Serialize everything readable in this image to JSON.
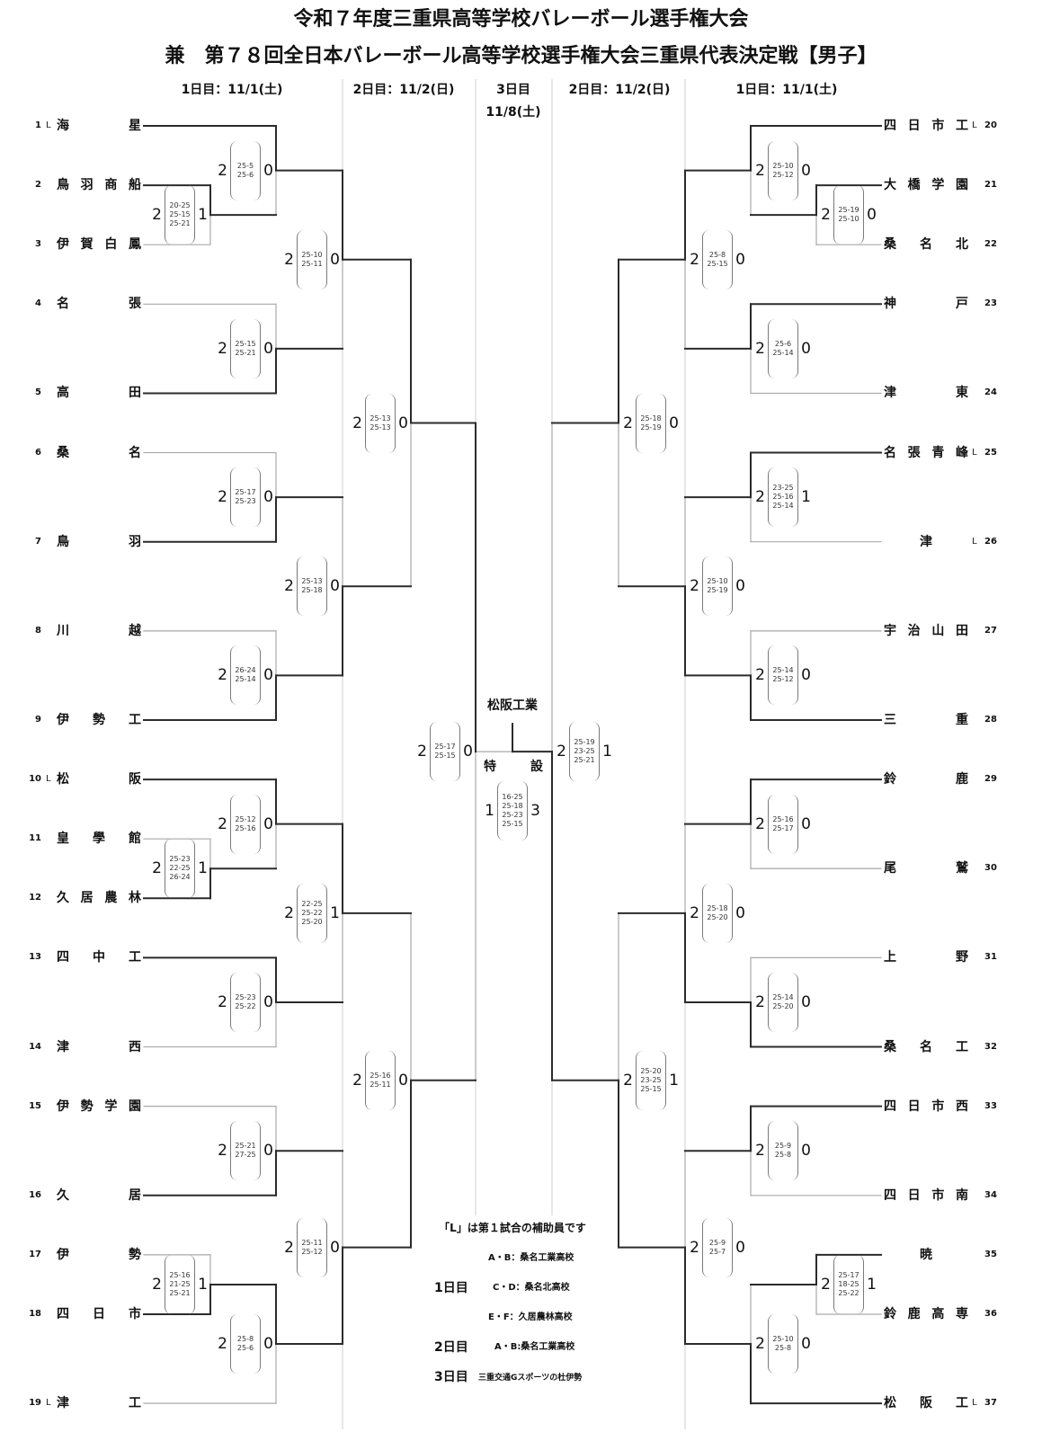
{
  "title": {
    "line1": "令和７年度三重県高等学校バレーボール選手権大会",
    "line2": "兼　第７８回全日本バレーボール高等学校選手権大会三重県代表決定戦【男子】"
  },
  "headers": {
    "left_day1": "1日目：11/1(土)",
    "left_day2": "2日目：11/2(日)",
    "day3_label": "3日目",
    "day3_date": "11/8(土)",
    "right_day2": "2日目：11/2(日)",
    "right_day1": "1日目：11/1(土)"
  },
  "colors": {
    "winner_line": "#2b2b2b",
    "loser_line": "#a9a9a9",
    "separator": "#cfcfcf"
  },
  "bracket": {
    "left_teams": [
      {
        "no": "1",
        "mark": "L",
        "name": "海星"
      },
      {
        "no": "2",
        "mark": "",
        "name": "鳥羽商船"
      },
      {
        "no": "3",
        "mark": "",
        "name": "伊賀白鳳"
      },
      {
        "no": "4",
        "mark": "",
        "name": "名張"
      },
      {
        "no": "5",
        "mark": "",
        "name": "高田"
      },
      {
        "no": "6",
        "mark": "",
        "name": "桑名"
      },
      {
        "no": "7",
        "mark": "",
        "name": "鳥羽"
      },
      {
        "no": "8",
        "mark": "",
        "name": "川越"
      },
      {
        "no": "9",
        "mark": "",
        "name": "伊勢工"
      },
      {
        "no": "10",
        "mark": "L",
        "name": "松阪"
      },
      {
        "no": "11",
        "mark": "",
        "name": "皇學館"
      },
      {
        "no": "12",
        "mark": "",
        "name": "久居農林"
      },
      {
        "no": "13",
        "mark": "",
        "name": "四中工"
      },
      {
        "no": "14",
        "mark": "",
        "name": "津西"
      },
      {
        "no": "15",
        "mark": "",
        "name": "伊勢学園"
      },
      {
        "no": "16",
        "mark": "",
        "name": "久居"
      },
      {
        "no": "17",
        "mark": "",
        "name": "伊勢"
      },
      {
        "no": "18",
        "mark": "",
        "name": "四日市"
      },
      {
        "no": "19",
        "mark": "L",
        "name": "津工"
      }
    ],
    "right_teams": [
      {
        "no": "20",
        "mark": "L",
        "name": "四日市工"
      },
      {
        "no": "21",
        "mark": "",
        "name": "大橋学園"
      },
      {
        "no": "22",
        "mark": "",
        "name": "桑名北"
      },
      {
        "no": "23",
        "mark": "",
        "name": "神戸"
      },
      {
        "no": "24",
        "mark": "",
        "name": "津東"
      },
      {
        "no": "25",
        "mark": "L",
        "name": "名張青峰"
      },
      {
        "no": "26",
        "mark": "L",
        "name": "津"
      },
      {
        "no": "27",
        "mark": "",
        "name": "宇治山田"
      },
      {
        "no": "28",
        "mark": "",
        "name": "三重"
      },
      {
        "no": "29",
        "mark": "",
        "name": "鈴鹿"
      },
      {
        "no": "30",
        "mark": "",
        "name": "尾鷲"
      },
      {
        "no": "31",
        "mark": "",
        "name": "上野"
      },
      {
        "no": "32",
        "mark": "",
        "name": "桑名工"
      },
      {
        "no": "33",
        "mark": "",
        "name": "四日市西"
      },
      {
        "no": "34",
        "mark": "",
        "name": "四日市南"
      },
      {
        "no": "35",
        "mark": "",
        "name": "暁"
      },
      {
        "no": "36",
        "mark": "",
        "name": "鈴鹿高専"
      },
      {
        "no": "37",
        "mark": "L",
        "name": "松阪工"
      }
    ],
    "matches": [
      {
        "id": "L1",
        "side": "left",
        "round": 0,
        "top": {
          "team": "2"
        },
        "bottom": {
          "team": "3"
        },
        "winner": "top",
        "sets": [
          "2",
          "1"
        ],
        "scores": [
          "20-25",
          "25-15",
          "25-21"
        ]
      },
      {
        "id": "L2",
        "side": "left",
        "round": 1,
        "top": {
          "team": "1"
        },
        "bottom": {
          "match": "L1"
        },
        "winner": "top",
        "sets": [
          "2",
          "0"
        ],
        "scores": [
          "25-5",
          "25-6"
        ]
      },
      {
        "id": "L3",
        "side": "left",
        "round": 1,
        "top": {
          "team": "4"
        },
        "bottom": {
          "team": "5"
        },
        "winner": "bottom",
        "sets": [
          "2",
          "0"
        ],
        "scores": [
          "25-15",
          "25-21"
        ]
      },
      {
        "id": "L4",
        "side": "left",
        "round": 2,
        "top": {
          "match": "L2"
        },
        "bottom": {
          "match": "L3"
        },
        "winner": "top",
        "sets": [
          "2",
          "0"
        ],
        "scores": [
          "25-10",
          "25-11"
        ]
      },
      {
        "id": "L5",
        "side": "left",
        "round": 1,
        "top": {
          "team": "6"
        },
        "bottom": {
          "team": "7"
        },
        "winner": "bottom",
        "sets": [
          "2",
          "0"
        ],
        "scores": [
          "25-17",
          "25-23"
        ]
      },
      {
        "id": "L6",
        "side": "left",
        "round": 1,
        "top": {
          "team": "8"
        },
        "bottom": {
          "team": "9"
        },
        "winner": "bottom",
        "sets": [
          "2",
          "0"
        ],
        "scores": [
          "26-24",
          "25-14"
        ]
      },
      {
        "id": "L7",
        "side": "left",
        "round": 2,
        "top": {
          "match": "L5"
        },
        "bottom": {
          "match": "L6"
        },
        "winner": "bottom",
        "sets": [
          "2",
          "0"
        ],
        "scores": [
          "25-13",
          "25-18"
        ]
      },
      {
        "id": "L8",
        "side": "left",
        "round": 3,
        "top": {
          "match": "L4"
        },
        "bottom": {
          "match": "L7"
        },
        "winner": "top",
        "sets": [
          "2",
          "0"
        ],
        "scores": [
          "25-13",
          "25-13"
        ]
      },
      {
        "id": "L9",
        "side": "left",
        "round": 0,
        "top": {
          "team": "11"
        },
        "bottom": {
          "team": "12"
        },
        "winner": "bottom",
        "sets": [
          "2",
          "1"
        ],
        "scores": [
          "25-23",
          "22-25",
          "26-24"
        ]
      },
      {
        "id": "L10",
        "side": "left",
        "round": 1,
        "top": {
          "team": "10"
        },
        "bottom": {
          "match": "L9"
        },
        "winner": "top",
        "sets": [
          "2",
          "0"
        ],
        "scores": [
          "25-12",
          "25-16"
        ]
      },
      {
        "id": "L11",
        "side": "left",
        "round": 1,
        "top": {
          "team": "13"
        },
        "bottom": {
          "team": "14"
        },
        "winner": "top",
        "sets": [
          "2",
          "0"
        ],
        "scores": [
          "25-23",
          "25-22"
        ]
      },
      {
        "id": "L12",
        "side": "left",
        "round": 2,
        "top": {
          "match": "L10"
        },
        "bottom": {
          "match": "L11"
        },
        "winner": "top",
        "sets": [
          "2",
          "1"
        ],
        "scores": [
          "22-25",
          "25-22",
          "25-20"
        ]
      },
      {
        "id": "L13",
        "side": "left",
        "round": 1,
        "top": {
          "team": "15"
        },
        "bottom": {
          "team": "16"
        },
        "winner": "bottom",
        "sets": [
          "2",
          "0"
        ],
        "scores": [
          "25-21",
          "27-25"
        ]
      },
      {
        "id": "L14",
        "side": "left",
        "round": 0,
        "top": {
          "team": "17"
        },
        "bottom": {
          "team": "18"
        },
        "winner": "bottom",
        "sets": [
          "2",
          "1"
        ],
        "scores": [
          "25-16",
          "21-25",
          "25-21"
        ]
      },
      {
        "id": "L15",
        "side": "left",
        "round": 1,
        "top": {
          "match": "L14"
        },
        "bottom": {
          "team": "19"
        },
        "winner": "top",
        "sets": [
          "2",
          "0"
        ],
        "scores": [
          "25-8",
          "25-6"
        ]
      },
      {
        "id": "L16",
        "side": "left",
        "round": 2,
        "top": {
          "match": "L13"
        },
        "bottom": {
          "match": "L15"
        },
        "winner": "bottom",
        "sets": [
          "2",
          "0"
        ],
        "scores": [
          "25-11",
          "25-12"
        ]
      },
      {
        "id": "L17",
        "side": "left",
        "round": 3,
        "top": {
          "match": "L12"
        },
        "bottom": {
          "match": "L16"
        },
        "winner": "bottom",
        "sets": [
          "2",
          "0"
        ],
        "scores": [
          "25-16",
          "25-11"
        ]
      },
      {
        "id": "LSF",
        "side": "left",
        "round": 4,
        "top": {
          "match": "L8"
        },
        "bottom": {
          "match": "L17"
        },
        "winner": "top",
        "sets": [
          "2",
          "0"
        ],
        "scores": [
          "25-17",
          "25-15"
        ]
      },
      {
        "id": "R1",
        "side": "right",
        "round": 0,
        "top": {
          "team": "21"
        },
        "bottom": {
          "team": "22"
        },
        "winner": "top",
        "sets": [
          "2",
          "0"
        ],
        "scores": [
          "25-19",
          "25-10"
        ]
      },
      {
        "id": "R2",
        "side": "right",
        "round": 1,
        "top": {
          "team": "20"
        },
        "bottom": {
          "match": "R1"
        },
        "winner": "top",
        "sets": [
          "2",
          "0"
        ],
        "scores": [
          "25-10",
          "25-12"
        ]
      },
      {
        "id": "R3",
        "side": "right",
        "round": 1,
        "top": {
          "team": "23"
        },
        "bottom": {
          "team": "24"
        },
        "winner": "top",
        "sets": [
          "2",
          "0"
        ],
        "scores": [
          "25-6",
          "25-14"
        ]
      },
      {
        "id": "R4",
        "side": "right",
        "round": 2,
        "top": {
          "match": "R2"
        },
        "bottom": {
          "match": "R3"
        },
        "winner": "top",
        "sets": [
          "2",
          "0"
        ],
        "scores": [
          "25-8",
          "25-15"
        ]
      },
      {
        "id": "R5",
        "side": "right",
        "round": 1,
        "top": {
          "team": "25"
        },
        "bottom": {
          "team": "26"
        },
        "winner": "top",
        "sets": [
          "2",
          "1"
        ],
        "scores": [
          "23-25",
          "25-16",
          "25-14"
        ]
      },
      {
        "id": "R6",
        "side": "right",
        "round": 1,
        "top": {
          "team": "27"
        },
        "bottom": {
          "team": "28"
        },
        "winner": "bottom",
        "sets": [
          "2",
          "0"
        ],
        "scores": [
          "25-14",
          "25-12"
        ]
      },
      {
        "id": "R7",
        "side": "right",
        "round": 2,
        "top": {
          "match": "R5"
        },
        "bottom": {
          "match": "R6"
        },
        "winner": "bottom",
        "sets": [
          "2",
          "0"
        ],
        "scores": [
          "25-10",
          "25-19"
        ]
      },
      {
        "id": "R8",
        "side": "right",
        "round": 3,
        "top": {
          "match": "R4"
        },
        "bottom": {
          "match": "R7"
        },
        "winner": "top",
        "sets": [
          "2",
          "0"
        ],
        "scores": [
          "25-18",
          "25-19"
        ]
      },
      {
        "id": "R9",
        "side": "right",
        "round": 1,
        "top": {
          "team": "29"
        },
        "bottom": {
          "team": "30"
        },
        "winner": "top",
        "sets": [
          "2",
          "0"
        ],
        "scores": [
          "25-16",
          "25-17"
        ]
      },
      {
        "id": "R10",
        "side": "right",
        "round": 1,
        "top": {
          "team": "31"
        },
        "bottom": {
          "team": "32"
        },
        "winner": "bottom",
        "sets": [
          "2",
          "0"
        ],
        "scores": [
          "25-14",
          "25-20"
        ]
      },
      {
        "id": "R11",
        "side": "right",
        "round": 2,
        "top": {
          "match": "R9"
        },
        "bottom": {
          "match": "R10"
        },
        "winner": "bottom",
        "sets": [
          "2",
          "0"
        ],
        "scores": [
          "25-18",
          "25-20"
        ]
      },
      {
        "id": "R12",
        "side": "right",
        "round": 1,
        "top": {
          "team": "33"
        },
        "bottom": {
          "team": "34"
        },
        "winner": "top",
        "sets": [
          "2",
          "0"
        ],
        "scores": [
          "25-9",
          "25-8"
        ]
      },
      {
        "id": "R13",
        "side": "right",
        "round": 0,
        "top": {
          "team": "35"
        },
        "bottom": {
          "team": "36"
        },
        "winner": "top",
        "sets": [
          "2",
          "1"
        ],
        "scores": [
          "25-17",
          "18-25",
          "25-22"
        ]
      },
      {
        "id": "R14",
        "side": "right",
        "round": 1,
        "top": {
          "match": "R13"
        },
        "bottom": {
          "team": "37"
        },
        "winner": "bottom",
        "sets": [
          "2",
          "0"
        ],
        "scores": [
          "25-10",
          "25-8"
        ]
      },
      {
        "id": "R15",
        "side": "right",
        "round": 2,
        "top": {
          "match": "R12"
        },
        "bottom": {
          "match": "R14"
        },
        "winner": "bottom",
        "sets": [
          "2",
          "0"
        ],
        "scores": [
          "25-9",
          "25-7"
        ]
      },
      {
        "id": "R16",
        "side": "right",
        "round": 3,
        "top": {
          "match": "R11"
        },
        "bottom": {
          "match": "R15"
        },
        "winner": "bottom",
        "sets": [
          "2",
          "1"
        ],
        "scores": [
          "25-20",
          "23-25",
          "25-15"
        ]
      },
      {
        "id": "RSF",
        "side": "right",
        "round": 4,
        "top": {
          "match": "R8"
        },
        "bottom": {
          "match": "R16"
        },
        "winner": "bottom",
        "sets": [
          "2",
          "1"
        ],
        "scores": [
          "25-19",
          "23-25",
          "25-21"
        ]
      }
    ],
    "final": {
      "left_match": "LSF",
      "right_match": "RSF",
      "winner": "right",
      "champion": "松阪工業",
      "court_label": "特設",
      "sets": [
        "1",
        "3"
      ],
      "scores": [
        "16-25",
        "25-18",
        "25-23",
        "25-15"
      ]
    }
  },
  "notes": {
    "helper_note": "「L」は第１試合の補助員です",
    "schedule": [
      {
        "day": "1日目",
        "lines": [
          "A・B：桑名工業高校",
          "C・D：桑名北高校",
          "E・F：久居農林高校"
        ]
      },
      {
        "day": "2日目",
        "lines": [
          "A・B:桑名工業高校"
        ]
      },
      {
        "day": "3日目",
        "lines": [
          "三重交通Gスポーツの杜伊勢"
        ]
      }
    ]
  }
}
